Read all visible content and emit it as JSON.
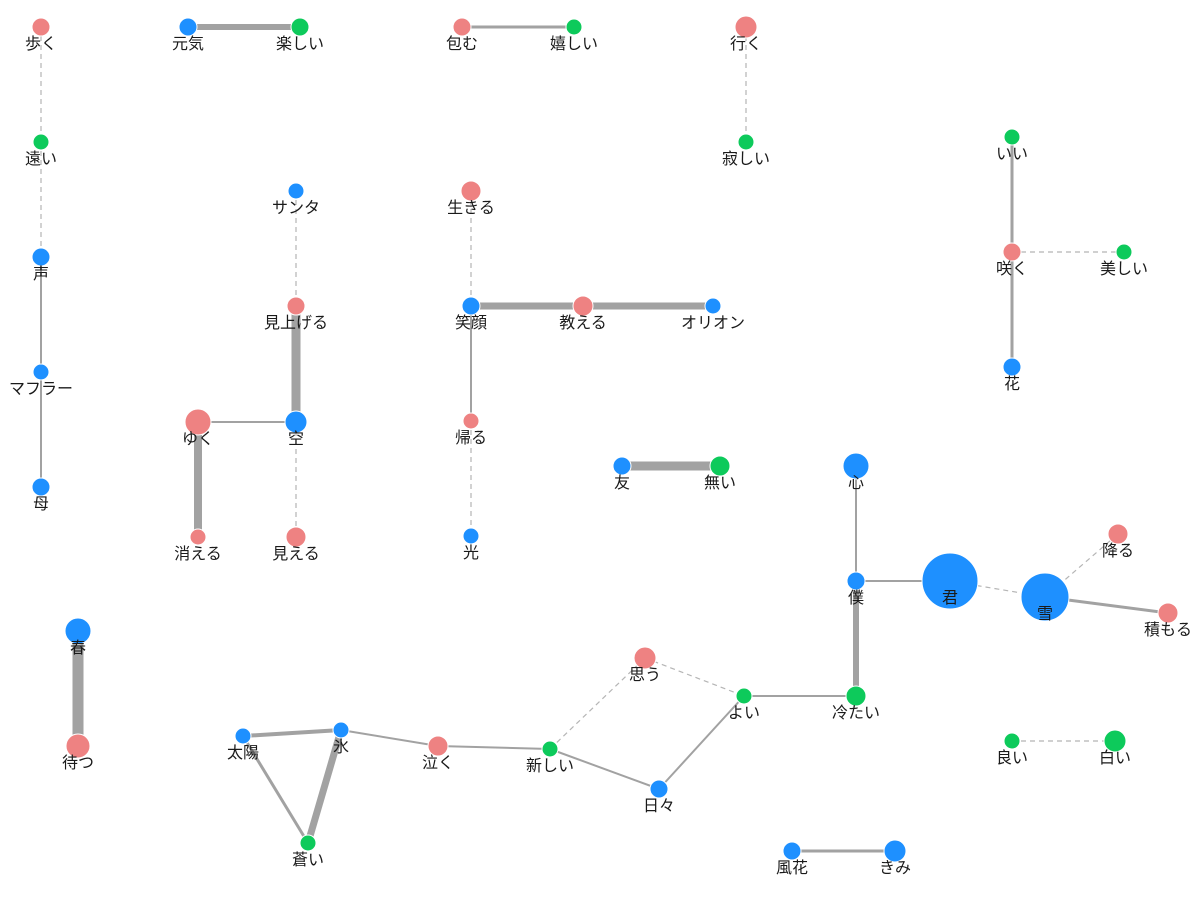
{
  "colors": {
    "noun": "#1e90ff",
    "verb": "#ee8282",
    "adjective": "#0dca5b",
    "edge": "#a2a2a2"
  },
  "nodes": [
    {
      "id": "aruku",
      "label": "歩く",
      "category": "verb"
    },
    {
      "id": "tooi",
      "label": "遠い",
      "category": "adjective"
    },
    {
      "id": "koe",
      "label": "声",
      "category": "noun"
    },
    {
      "id": "mafura",
      "label": "マフラー",
      "category": "noun"
    },
    {
      "id": "haha",
      "label": "母",
      "category": "noun"
    },
    {
      "id": "genki",
      "label": "元気",
      "category": "noun"
    },
    {
      "id": "tanoshii",
      "label": "楽しい",
      "category": "adjective"
    },
    {
      "id": "tsutsumu",
      "label": "包む",
      "category": "verb"
    },
    {
      "id": "ureshii",
      "label": "嬉しい",
      "category": "adjective"
    },
    {
      "id": "iku",
      "label": "行く",
      "category": "verb"
    },
    {
      "id": "sabishii",
      "label": "寂しい",
      "category": "adjective"
    },
    {
      "id": "ii",
      "label": "いい",
      "category": "adjective"
    },
    {
      "id": "saku",
      "label": "咲く",
      "category": "verb"
    },
    {
      "id": "utsukushii",
      "label": "美しい",
      "category": "adjective"
    },
    {
      "id": "hana",
      "label": "花",
      "category": "noun"
    },
    {
      "id": "santa",
      "label": "サンタ",
      "category": "noun"
    },
    {
      "id": "miageru",
      "label": "見上げる",
      "category": "verb"
    },
    {
      "id": "yuku",
      "label": "ゆく",
      "category": "verb"
    },
    {
      "id": "sora",
      "label": "空",
      "category": "noun"
    },
    {
      "id": "kieru",
      "label": "消える",
      "category": "verb"
    },
    {
      "id": "mieru",
      "label": "見える",
      "category": "verb"
    },
    {
      "id": "ikiru",
      "label": "生きる",
      "category": "verb"
    },
    {
      "id": "egao",
      "label": "笑顔",
      "category": "noun"
    },
    {
      "id": "oshieru",
      "label": "教える",
      "category": "verb"
    },
    {
      "id": "orion",
      "label": "オリオン",
      "category": "noun"
    },
    {
      "id": "kaeru",
      "label": "帰る",
      "category": "verb"
    },
    {
      "id": "hikari",
      "label": "光",
      "category": "noun"
    },
    {
      "id": "tomo",
      "label": "友",
      "category": "noun"
    },
    {
      "id": "nai",
      "label": "無い",
      "category": "adjective"
    },
    {
      "id": "kokoro",
      "label": "心",
      "category": "noun"
    },
    {
      "id": "boku",
      "label": "僕",
      "category": "noun"
    },
    {
      "id": "kimi",
      "label": "君",
      "category": "noun"
    },
    {
      "id": "yuki",
      "label": "雪",
      "category": "noun"
    },
    {
      "id": "furu",
      "label": "降る",
      "category": "verb"
    },
    {
      "id": "tsumoru",
      "label": "積もる",
      "category": "verb"
    },
    {
      "id": "haru",
      "label": "春",
      "category": "noun"
    },
    {
      "id": "matsu",
      "label": "待つ",
      "category": "verb"
    },
    {
      "id": "omou",
      "label": "思う",
      "category": "verb"
    },
    {
      "id": "yoi",
      "label": "よい",
      "category": "adjective"
    },
    {
      "id": "tsumetai",
      "label": "冷たい",
      "category": "adjective"
    },
    {
      "id": "taiyou",
      "label": "太陽",
      "category": "noun"
    },
    {
      "id": "koori",
      "label": "氷",
      "category": "noun"
    },
    {
      "id": "naku",
      "label": "泣く",
      "category": "verb"
    },
    {
      "id": "atarashii",
      "label": "新しい",
      "category": "adjective"
    },
    {
      "id": "hibi",
      "label": "日々",
      "category": "noun"
    },
    {
      "id": "aoi",
      "label": "蒼い",
      "category": "adjective"
    },
    {
      "id": "yoi2",
      "label": "良い",
      "category": "adjective"
    },
    {
      "id": "shiroi",
      "label": "白い",
      "category": "adjective"
    },
    {
      "id": "kazahana",
      "label": "風花",
      "category": "noun"
    },
    {
      "id": "kimi2",
      "label": "きみ",
      "category": "noun"
    }
  ],
  "edges": [
    {
      "source": "aruku",
      "target": "tooi",
      "style": "dashed"
    },
    {
      "source": "tooi",
      "target": "koe",
      "style": "dashed"
    },
    {
      "source": "koe",
      "target": "mafura",
      "style": "solid"
    },
    {
      "source": "mafura",
      "target": "haha",
      "style": "solid"
    },
    {
      "source": "genki",
      "target": "tanoshii",
      "style": "solid"
    },
    {
      "source": "tsutsumu",
      "target": "ureshii",
      "style": "solid"
    },
    {
      "source": "iku",
      "target": "sabishii",
      "style": "dashed"
    },
    {
      "source": "ii",
      "target": "saku",
      "style": "solid"
    },
    {
      "source": "saku",
      "target": "utsukushii",
      "style": "dashed"
    },
    {
      "source": "saku",
      "target": "hana",
      "style": "solid"
    },
    {
      "source": "santa",
      "target": "miageru",
      "style": "dashed"
    },
    {
      "source": "miageru",
      "target": "sora",
      "style": "solid"
    },
    {
      "source": "yuku",
      "target": "sora",
      "style": "solid"
    },
    {
      "source": "yuku",
      "target": "kieru",
      "style": "solid"
    },
    {
      "source": "sora",
      "target": "mieru",
      "style": "dashed"
    },
    {
      "source": "ikiru",
      "target": "egao",
      "style": "dashed"
    },
    {
      "source": "egao",
      "target": "oshieru",
      "style": "solid"
    },
    {
      "source": "oshieru",
      "target": "orion",
      "style": "solid"
    },
    {
      "source": "egao",
      "target": "kaeru",
      "style": "solid"
    },
    {
      "source": "kaeru",
      "target": "hikari",
      "style": "dashed"
    },
    {
      "source": "tomo",
      "target": "nai",
      "style": "solid"
    },
    {
      "source": "kokoro",
      "target": "boku",
      "style": "solid"
    },
    {
      "source": "boku",
      "target": "kimi",
      "style": "solid"
    },
    {
      "source": "boku",
      "target": "tsumetai",
      "style": "solid"
    },
    {
      "source": "kimi",
      "target": "yuki",
      "style": "dashed"
    },
    {
      "source": "yuki",
      "target": "furu",
      "style": "dashed"
    },
    {
      "source": "yuki",
      "target": "tsumoru",
      "style": "solid"
    },
    {
      "source": "haru",
      "target": "matsu",
      "style": "solid"
    },
    {
      "source": "omou",
      "target": "yoi",
      "style": "dashed"
    },
    {
      "source": "yoi",
      "target": "tsumetai",
      "style": "solid"
    },
    {
      "source": "omou",
      "target": "atarashii",
      "style": "dashed"
    },
    {
      "source": "yoi",
      "target": "hibi",
      "style": "solid"
    },
    {
      "source": "taiyou",
      "target": "koori",
      "style": "solid"
    },
    {
      "source": "taiyou",
      "target": "aoi",
      "style": "solid"
    },
    {
      "source": "koori",
      "target": "aoi",
      "style": "solid"
    },
    {
      "source": "koori",
      "target": "naku",
      "style": "solid"
    },
    {
      "source": "naku",
      "target": "atarashii",
      "style": "solid"
    },
    {
      "source": "atarashii",
      "target": "hibi",
      "style": "solid"
    },
    {
      "source": "yoi2",
      "target": "shiroi",
      "style": "dashed"
    },
    {
      "source": "kazahana",
      "target": "kimi2",
      "style": "solid"
    }
  ]
}
